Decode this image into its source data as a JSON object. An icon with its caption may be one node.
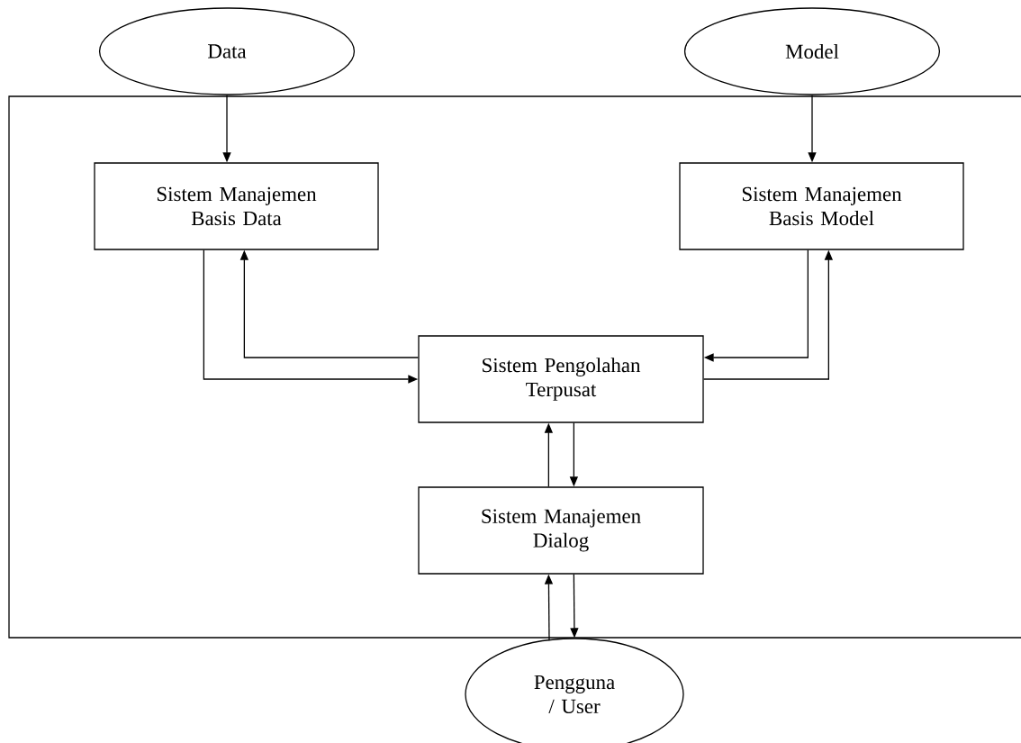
{
  "diagram": {
    "nodes": [
      {
        "text": [
          "Data"
        ]
      },
      {
        "text": [
          "Model"
        ]
      },
      {
        "text": [],
        "shape": "box"
      },
      {
        "text": [
          "Sistem Manajemen Basis Data"
        ],
        "in": 2
      },
      {
        "text": [
          "Sistem Manajemen Basis Model"
        ],
        "in": 2
      },
      {
        "text": [
          "Sistem Pengolahan Terpusat"
        ],
        "in": 2
      },
      {
        "text": [
          "Sistem Manajemen Dialog"
        ],
        "in": 2
      },
      {
        "text": [
          "Pengguna / User"
        ]
      }
    ],
    "edges": [
      {
        "from": 0,
        "to": 3,
        "arrow": "to"
      },
      {
        "from": 1,
        "to": 4,
        "arrow": "to"
      },
      {
        "from": 3,
        "to": 5,
        "arrow": "to"
      },
      {
        "from": 5,
        "to": 3,
        "arrow": "to"
      },
      {
        "from": 4,
        "to": 5,
        "arrow": "to"
      },
      {
        "from": 5,
        "to": 4,
        "arrow": "to"
      },
      {
        "from": 6,
        "to": 5,
        "arrow": "to"
      },
      {
        "from": 5,
        "to": 6,
        "arrow": "to"
      },
      {
        "from": 7,
        "to": 6,
        "arrow": "to"
      },
      {
        "from": 6,
        "to": 7,
        "arrow": "to"
      }
    ]
  }
}
